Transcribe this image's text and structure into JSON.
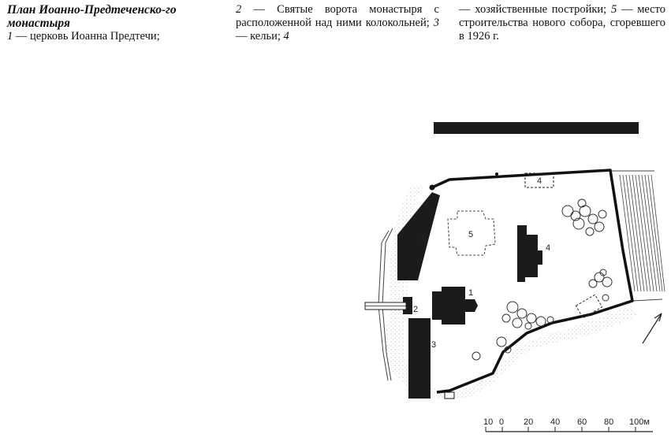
{
  "caption": {
    "title": "План Иоанно-Предтеченско-го монастыря",
    "legend": [
      {
        "num": "1",
        "text": "— церковь Иоанна Предтечи;"
      },
      {
        "num": "2",
        "text": "— Святые ворота монастыря с расположенной над ними колокольней;"
      },
      {
        "num": "3",
        "text": "— кельи;"
      },
      {
        "num": "4",
        "text": "— хозяйственные постройки;"
      },
      {
        "num": "5",
        "text": "— место строительства нового собора, сгоревшего в 1926 г."
      }
    ]
  },
  "plan": {
    "labels": {
      "l1": "1",
      "l2": "2",
      "l3a": "3",
      "l3b": "3",
      "l4a": "4",
      "l4b": "4",
      "l5": "5"
    },
    "scale": {
      "ticks": [
        "10",
        "0",
        "20",
        "40",
        "60",
        "80",
        "100м"
      ]
    }
  }
}
